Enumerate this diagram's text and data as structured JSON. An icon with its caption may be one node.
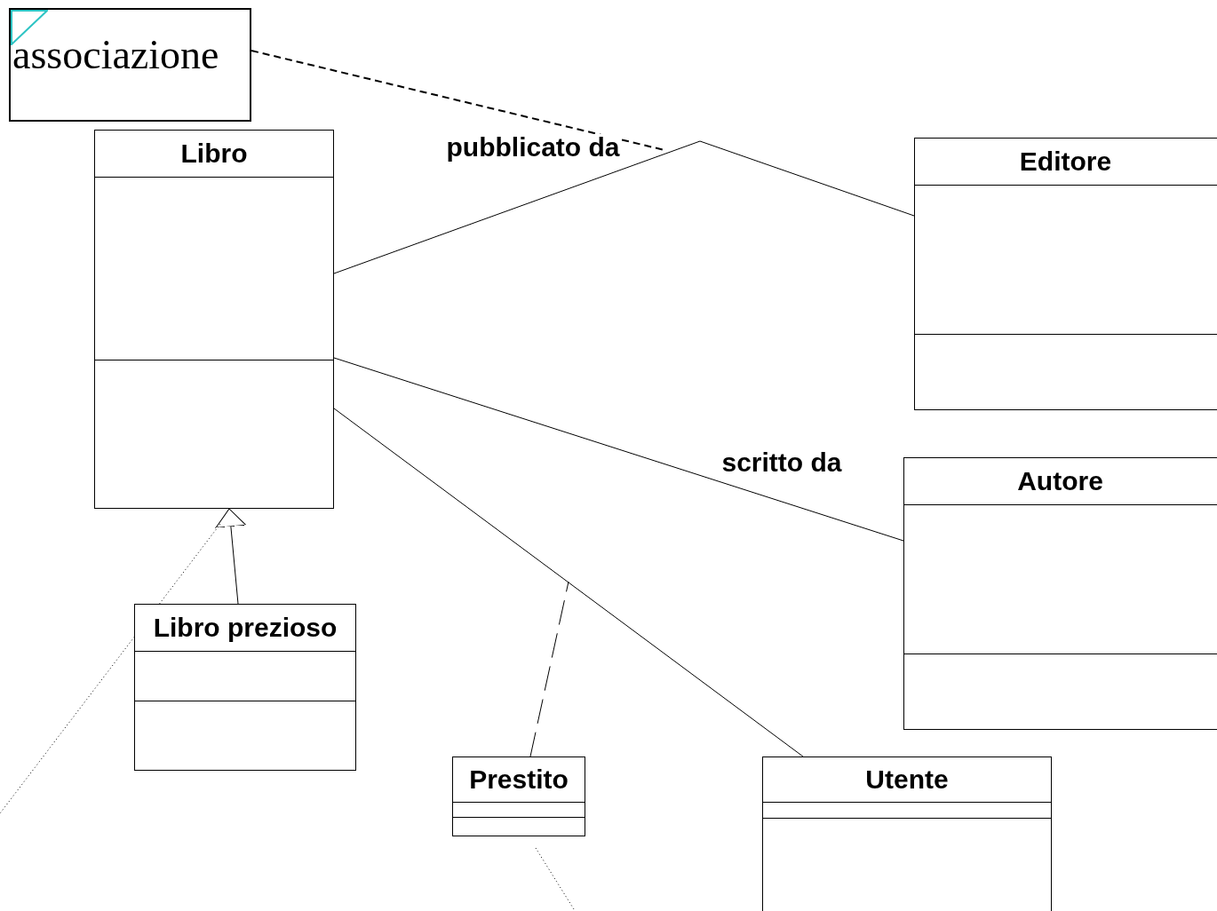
{
  "diagram": {
    "nodes": [
      {
        "text": [
          "associazione"
        ]
      },
      {
        "text": [
          "Libro"
        ]
      },
      {
        "text": [
          "Editore"
        ]
      },
      {
        "text": [
          "Autore"
        ]
      },
      {
        "text": [
          "Libro prezioso"
        ]
      },
      {
        "text": [
          "Prestito"
        ]
      },
      {
        "text": [
          "Utente"
        ]
      }
    ],
    "edges": [
      {
        "from": 1,
        "to": 2,
        "arrow": "none",
        "label": "pubblicato da"
      },
      {
        "from": 1,
        "to": 3,
        "arrow": "none",
        "label": "scritto da"
      },
      {
        "from": 1,
        "to": 6,
        "arrow": "none"
      },
      {
        "from": 4,
        "to": 1,
        "arrow": "to"
      },
      {
        "from": 0,
        "to": null,
        "arrow": "none",
        "style": "dashed"
      },
      {
        "from": 5,
        "to": null,
        "arrow": "none",
        "style": "dashed"
      }
    ]
  }
}
